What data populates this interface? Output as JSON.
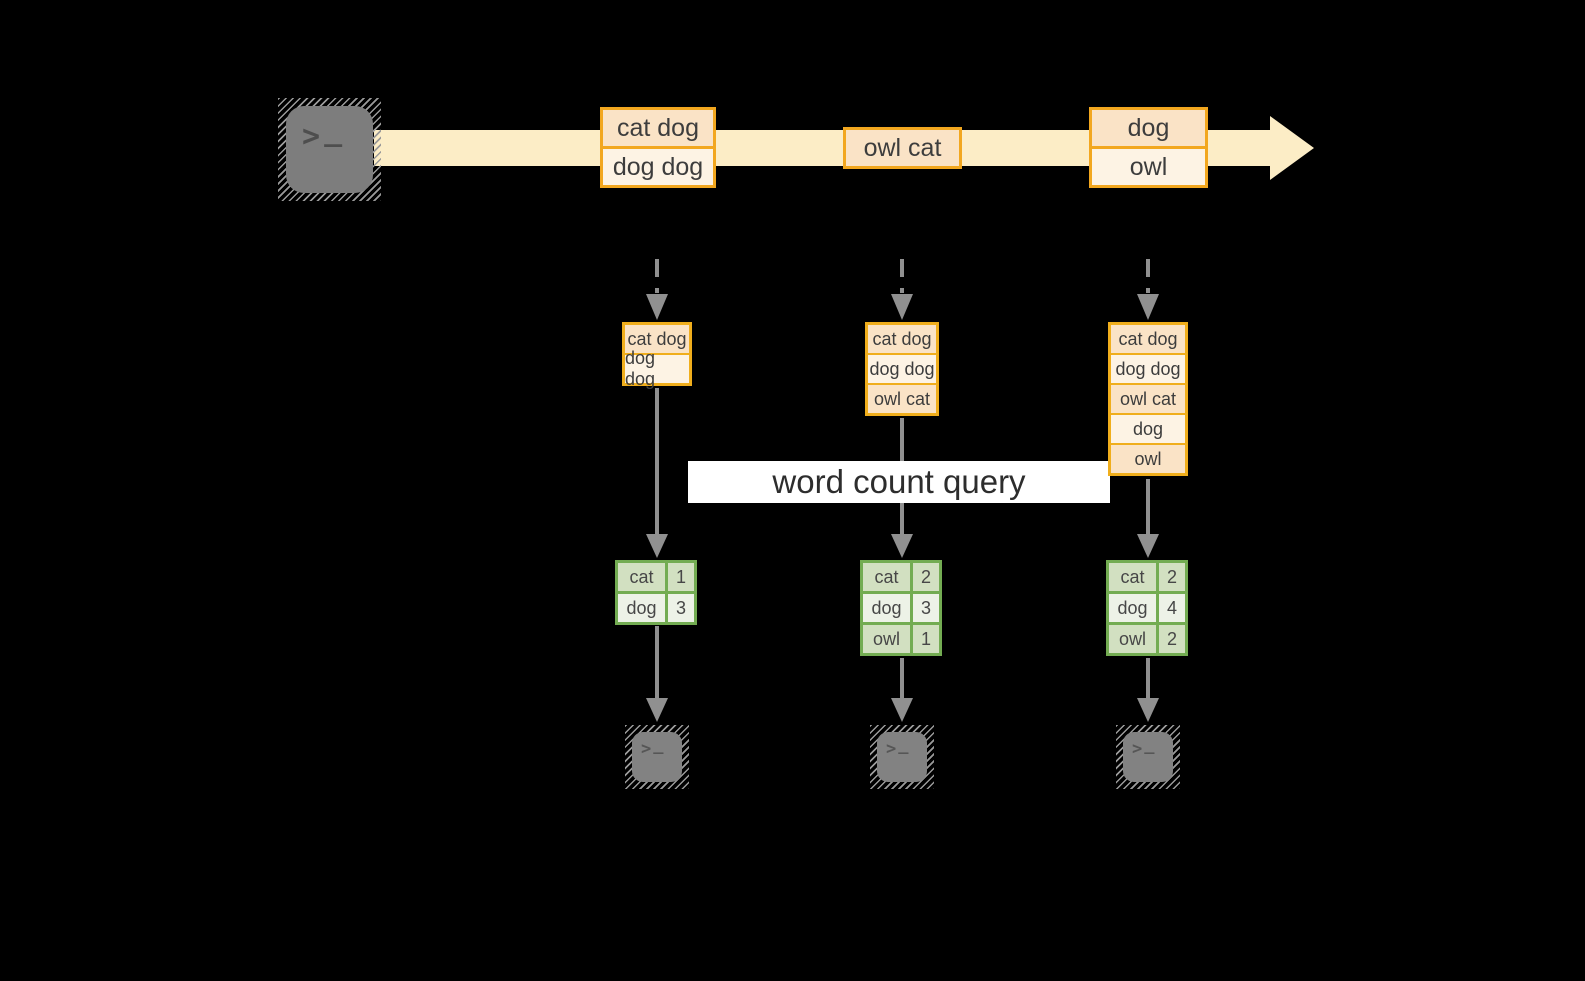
{
  "diagram": {
    "query_label": "word count query",
    "source_terminal": {
      "icon": "terminal-icon",
      "prompt": ">",
      "cursor": "_"
    },
    "stream": {
      "events": [
        {
          "lines": [
            "cat dog",
            "dog dog"
          ]
        },
        {
          "lines": [
            "owl cat"
          ]
        },
        {
          "lines": [
            "dog",
            "owl"
          ]
        }
      ]
    },
    "columns": [
      {
        "state": [
          "cat dog",
          "dog dog"
        ],
        "counts": [
          {
            "word": "cat",
            "count": "1"
          },
          {
            "word": "dog",
            "count": "3"
          }
        ],
        "sink_terminal": {
          "icon": "terminal-icon",
          "prompt": ">",
          "cursor": "_"
        }
      },
      {
        "state": [
          "cat dog",
          "dog dog",
          "owl cat"
        ],
        "counts": [
          {
            "word": "cat",
            "count": "2"
          },
          {
            "word": "dog",
            "count": "3"
          },
          {
            "word": "owl",
            "count": "1"
          }
        ],
        "sink_terminal": {
          "icon": "terminal-icon",
          "prompt": ">",
          "cursor": "_"
        }
      },
      {
        "state": [
          "cat dog",
          "dog dog",
          "owl cat",
          "dog",
          "owl"
        ],
        "counts": [
          {
            "word": "cat",
            "count": "2"
          },
          {
            "word": "dog",
            "count": "4"
          },
          {
            "word": "owl",
            "count": "2"
          }
        ],
        "sink_terminal": {
          "icon": "terminal-icon",
          "prompt": ">",
          "cursor": "_"
        }
      }
    ],
    "colors": {
      "background": "#000000",
      "stream_band": "#FCEDC6",
      "box_border_orange": "#F2A71F",
      "stack_border_orange": "#F0AE1C",
      "box_fill_peach": "#FAE3C6",
      "box_fill_cream": "#FDF3E4",
      "table_border_green": "#73AC52",
      "table_fill_green_dark": "#D2E0C1",
      "table_fill_green_light": "#EDF2E7",
      "arrow_gray": "#909090",
      "terminal_gray": "#7D7D7D",
      "text_dark": "#3D3D3D",
      "banner_bg": "#FFFFFF"
    }
  }
}
